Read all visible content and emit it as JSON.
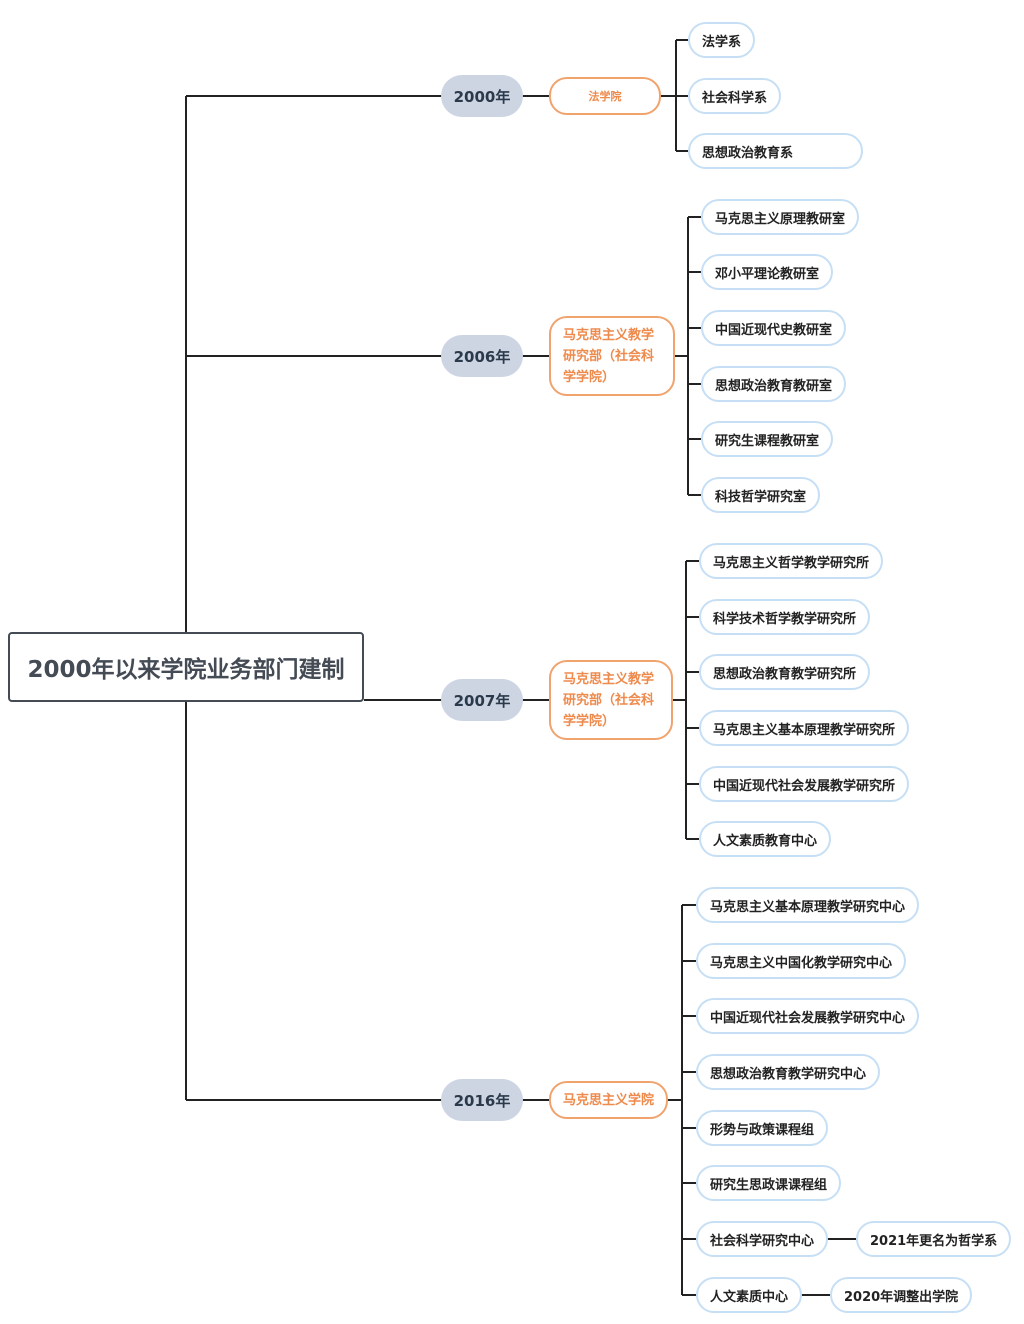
{
  "root": {
    "title": "2000年以来学院业务部门建制"
  },
  "branches": [
    {
      "year": "2000年",
      "dept": "法学院",
      "units": [
        {
          "name": "法学系"
        },
        {
          "name": "社会科学系"
        },
        {
          "name": "思想政治教育系"
        }
      ]
    },
    {
      "year": "2006年",
      "dept": "马克思主义教学研究部（社会科学学院）",
      "units": [
        {
          "name": "马克思主义原理教研室"
        },
        {
          "name": "邓小平理论教研室"
        },
        {
          "name": "中国近现代史教研室"
        },
        {
          "name": "思想政治教育教研室"
        },
        {
          "name": "研究生课程教研室"
        },
        {
          "name": "科技哲学研究室"
        }
      ]
    },
    {
      "year": "2007年",
      "dept": "马克思主义教学研究部（社会科学学院）",
      "units": [
        {
          "name": "马克思主义哲学教学研究所"
        },
        {
          "name": "科学技术哲学教学研究所"
        },
        {
          "name": "思想政治教育教学研究所"
        },
        {
          "name": "马克思主义基本原理教学研究所"
        },
        {
          "name": "中国近现代社会发展教学研究所"
        },
        {
          "name": "人文素质教育中心"
        }
      ]
    },
    {
      "year": "2016年",
      "dept": "马克思主义学院",
      "units": [
        {
          "name": "马克思主义基本原理教学研究中心"
        },
        {
          "name": "马克思主义中国化教学研究中心"
        },
        {
          "name": "中国近现代社会发展教学研究中心"
        },
        {
          "name": "思想政治教育教学研究中心"
        },
        {
          "name": "形势与政策课程组"
        },
        {
          "name": "研究生思政课课程组"
        },
        {
          "name": "社会科学研究中心",
          "note": "2021年更名为哲学系"
        },
        {
          "name": "人文素质中心",
          "note": "2020年调整出学院"
        }
      ]
    }
  ]
}
